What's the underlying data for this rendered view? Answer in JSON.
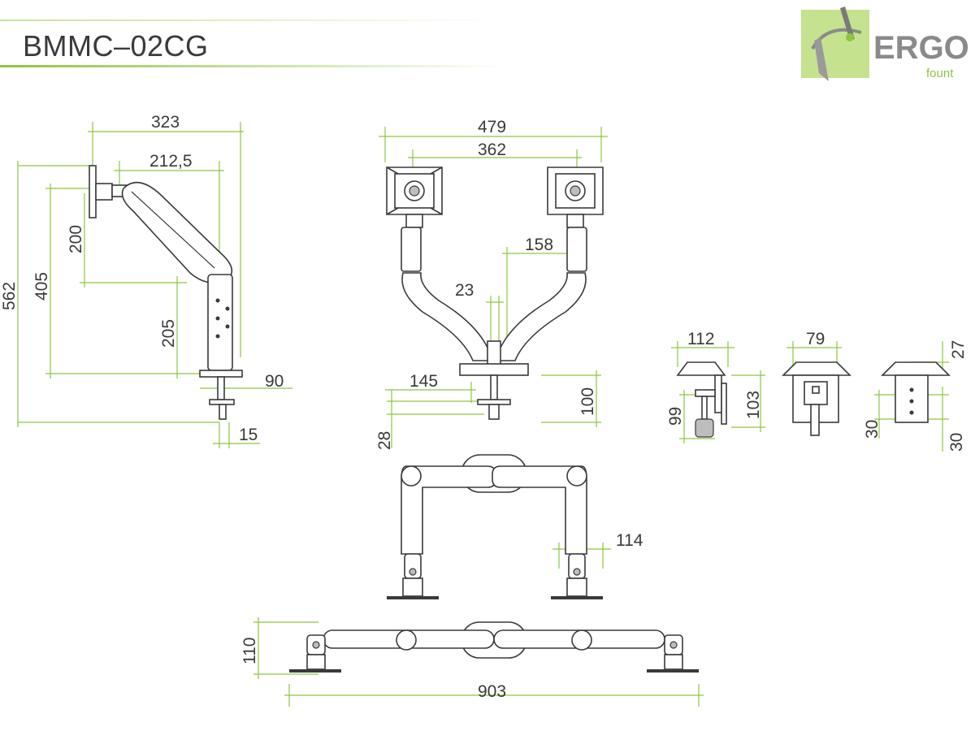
{
  "header": {
    "title": "BMMC–02CG"
  },
  "logo": {
    "brand": "ERGO",
    "sub": "fount",
    "accent_color": "#8dc63f",
    "panel_color": "#c5e28e"
  },
  "dimensions": {
    "side_view": {
      "width_total": "323",
      "arm_reach": "212,5",
      "height_total": "562",
      "height_max": "405",
      "arm_height": "200",
      "pole_height": "205",
      "clamp_depth": "90",
      "clamp_pin": "15"
    },
    "front_view": {
      "width_total": "479",
      "arm_span": "362",
      "offset": "158",
      "pole_width": "23",
      "base_width": "145",
      "base_height": "100",
      "clamp_height": "28"
    },
    "clamp_views": {
      "clamp_depth": "112",
      "clamp_width": "79",
      "top_thickness": "27",
      "clamp_min": "99",
      "clamp_max": "103",
      "spacing_a": "30",
      "spacing_b": "30"
    },
    "top_view": {
      "base_depth": "114"
    },
    "extended_view": {
      "depth": "110",
      "width_total": "903"
    }
  }
}
